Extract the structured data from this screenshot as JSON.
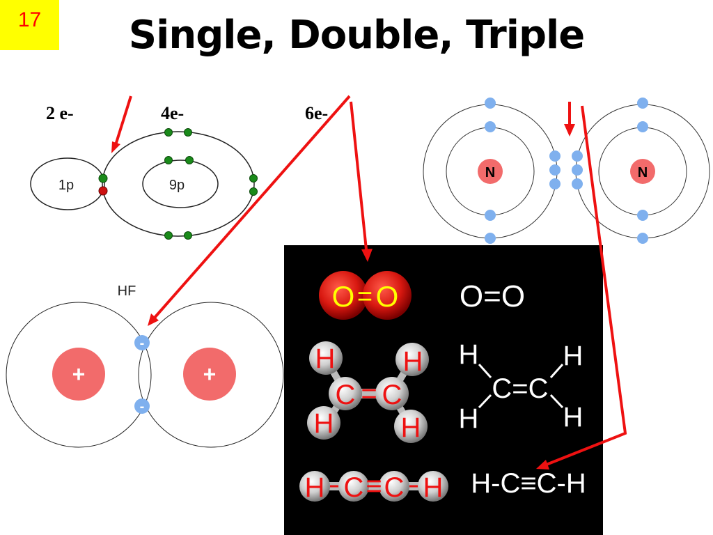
{
  "slide_number": "17",
  "title": "Single, Double, Triple",
  "electron_labels": {
    "first": "2 e-",
    "second": "4e-",
    "third": "6e-"
  },
  "hydrogen_atom": {
    "nucleus": "1p"
  },
  "fluorine_atom": {
    "nucleus": "9p"
  },
  "hf": {
    "label": "HF",
    "positive": "+",
    "negative": "-"
  },
  "nitrogen": {
    "left": "N",
    "right": "N"
  },
  "molecules": {
    "oxygen_model": {
      "left": "O",
      "bond": "=",
      "right": "O"
    },
    "oxygen_formula": "O=O",
    "ethene_model": {
      "h": "H",
      "c": "C",
      "bond": "="
    },
    "ethene_formula": {
      "h": "H",
      "center": "C=C"
    },
    "ethyne_model": {
      "h": "H",
      "c": "C",
      "bond": "≡"
    },
    "ethyne_formula": "H-C≡C-H"
  },
  "colors": {
    "arrow": "#ee1111",
    "nucleus": "#f26b6b",
    "electron_blue": "#7fb0ee",
    "electron_green": "#1a8a1a",
    "electron_red": "#cc1111",
    "slide_number_bg": "#ffff00"
  }
}
